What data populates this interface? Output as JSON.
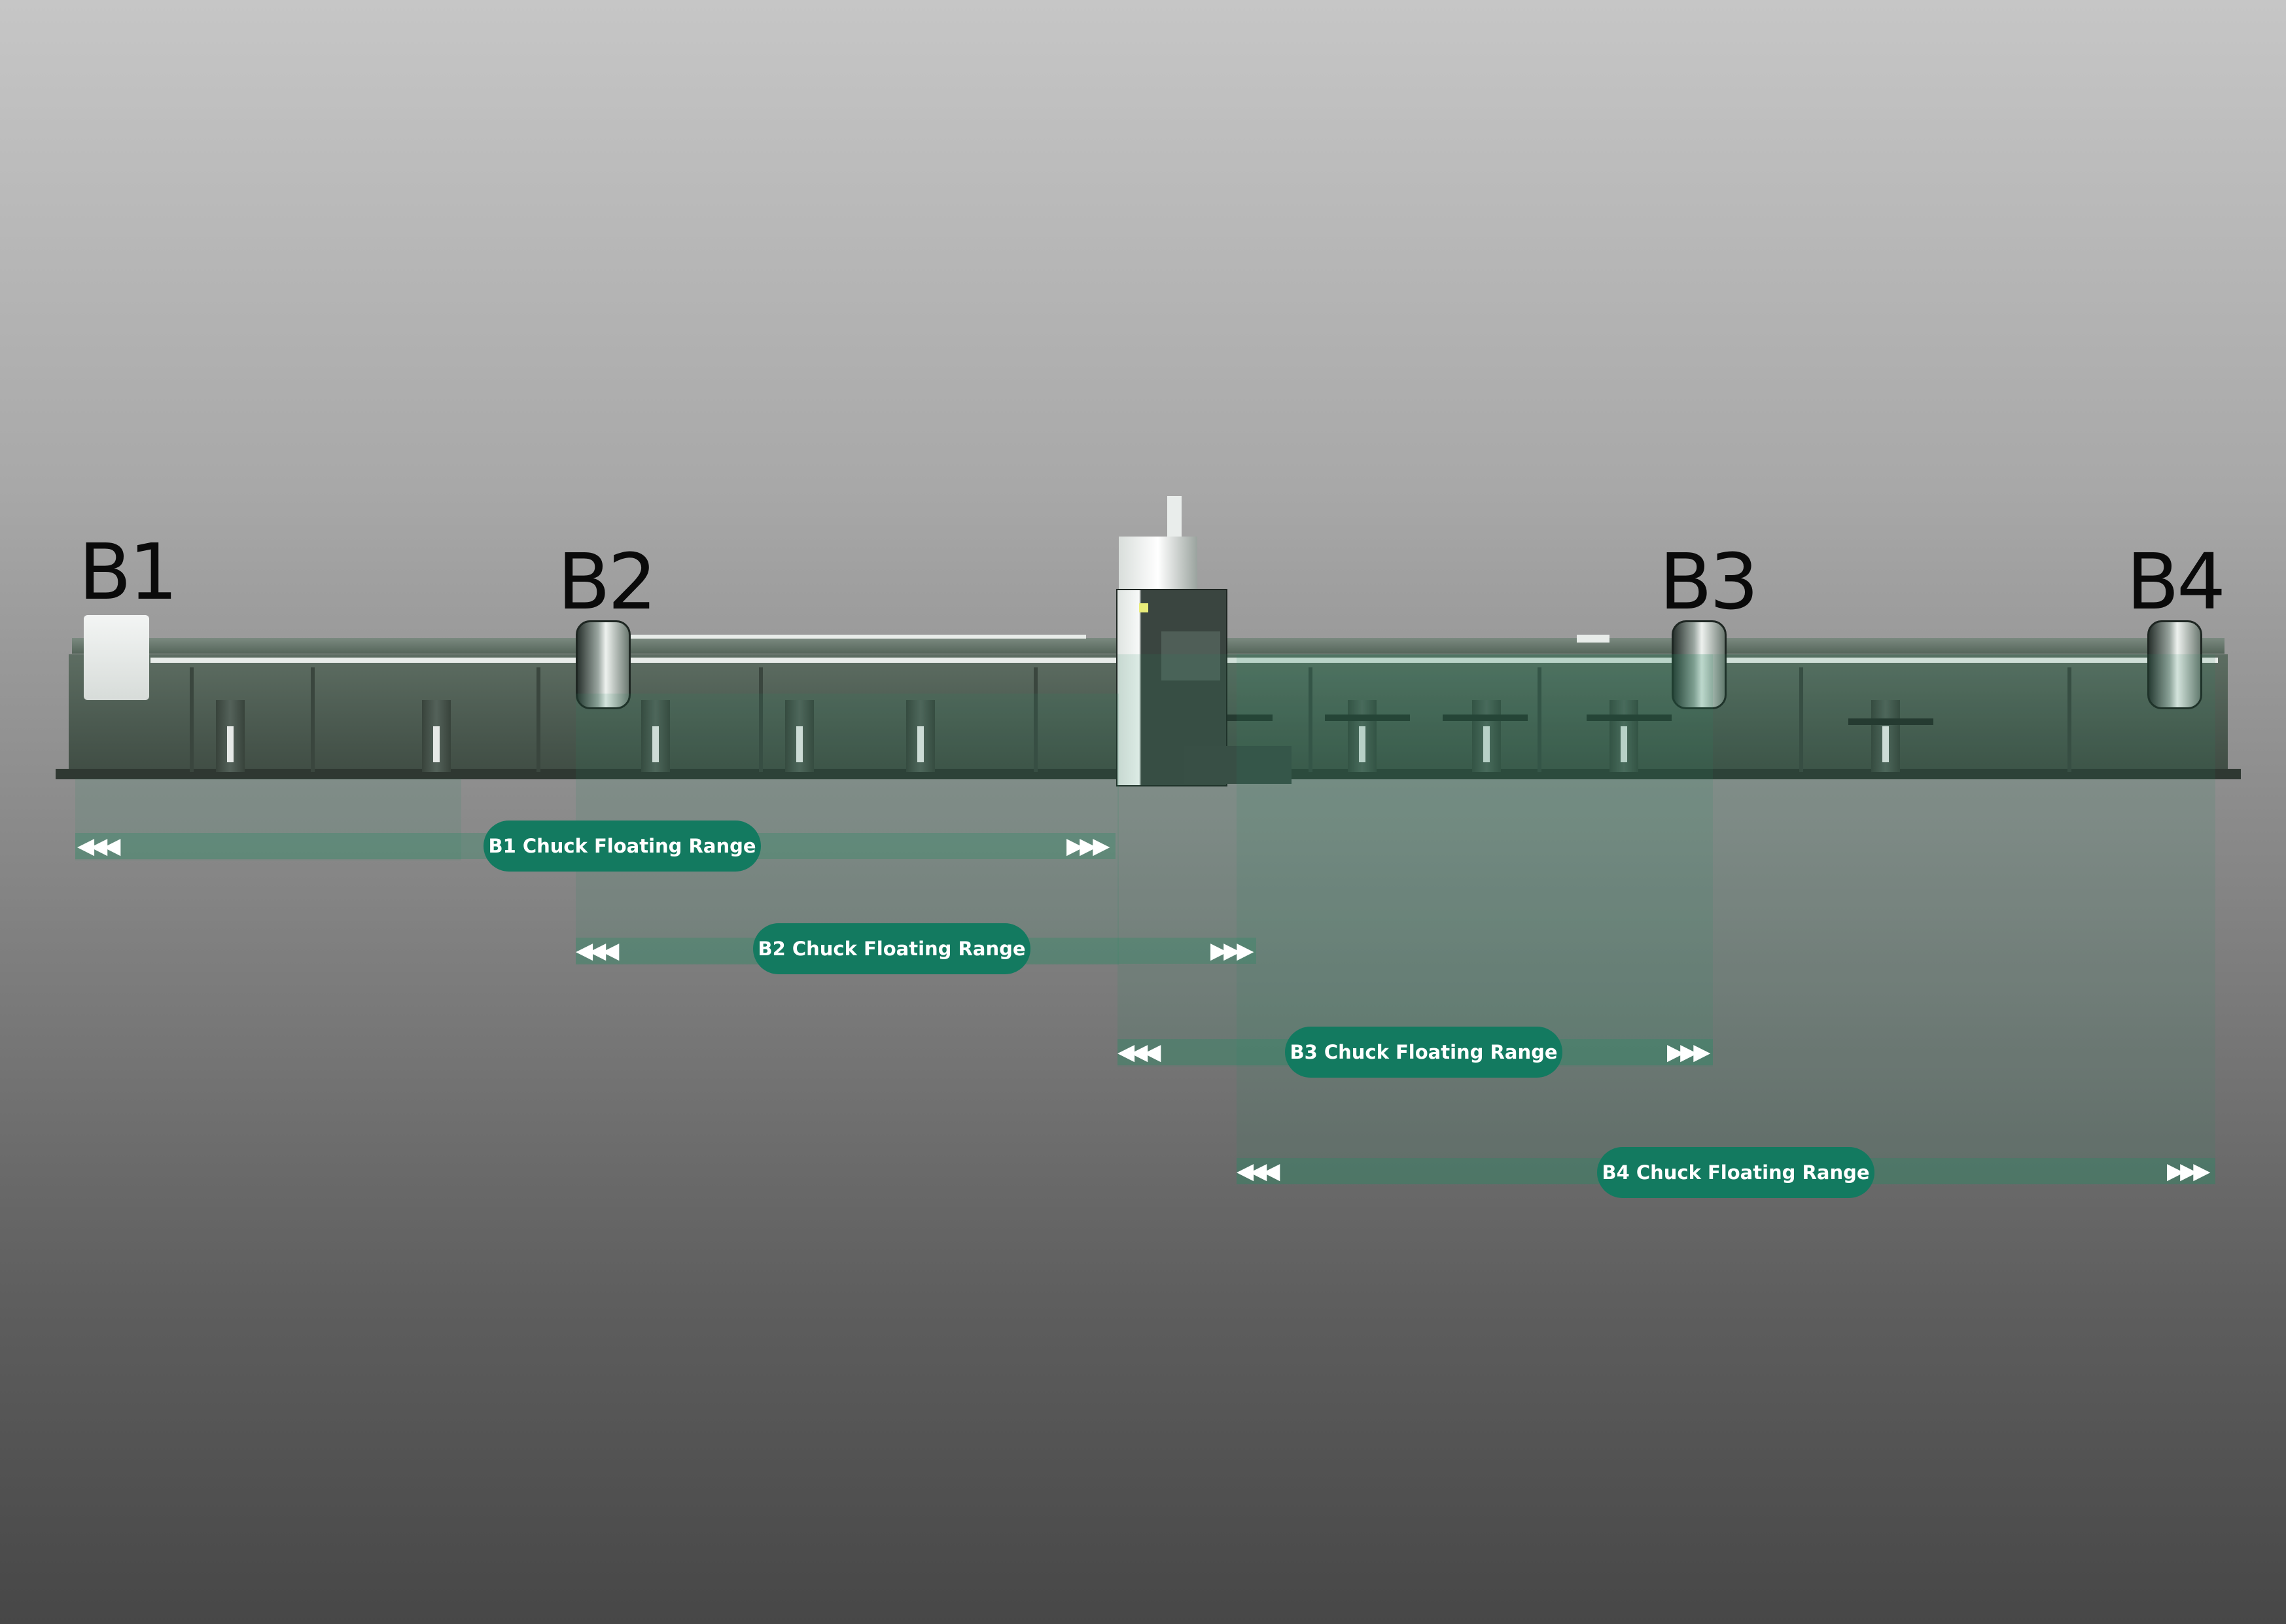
{
  "chucks": [
    {
      "id": "B1",
      "label": "B1"
    },
    {
      "id": "B2",
      "label": "B2"
    },
    {
      "id": "B3",
      "label": "B3"
    },
    {
      "id": "B4",
      "label": "B4"
    }
  ],
  "ranges": [
    {
      "chuck": "B1",
      "label": "B1 Chuck Floating Range"
    },
    {
      "chuck": "B2",
      "label": "B2 Chuck Floating Range"
    },
    {
      "chuck": "B3",
      "label": "B3 Chuck Floating Range"
    },
    {
      "chuck": "B4",
      "label": "B4 Chuck Floating Range"
    }
  ],
  "arrow_glyphs": {
    "left": "◀◀◀",
    "right": "▶▶▶"
  },
  "colors": {
    "range_pill": "#137a60",
    "range_overlay": "#268c64",
    "machine_body": "#4d5c52",
    "label_text": "#0a0a0a"
  }
}
